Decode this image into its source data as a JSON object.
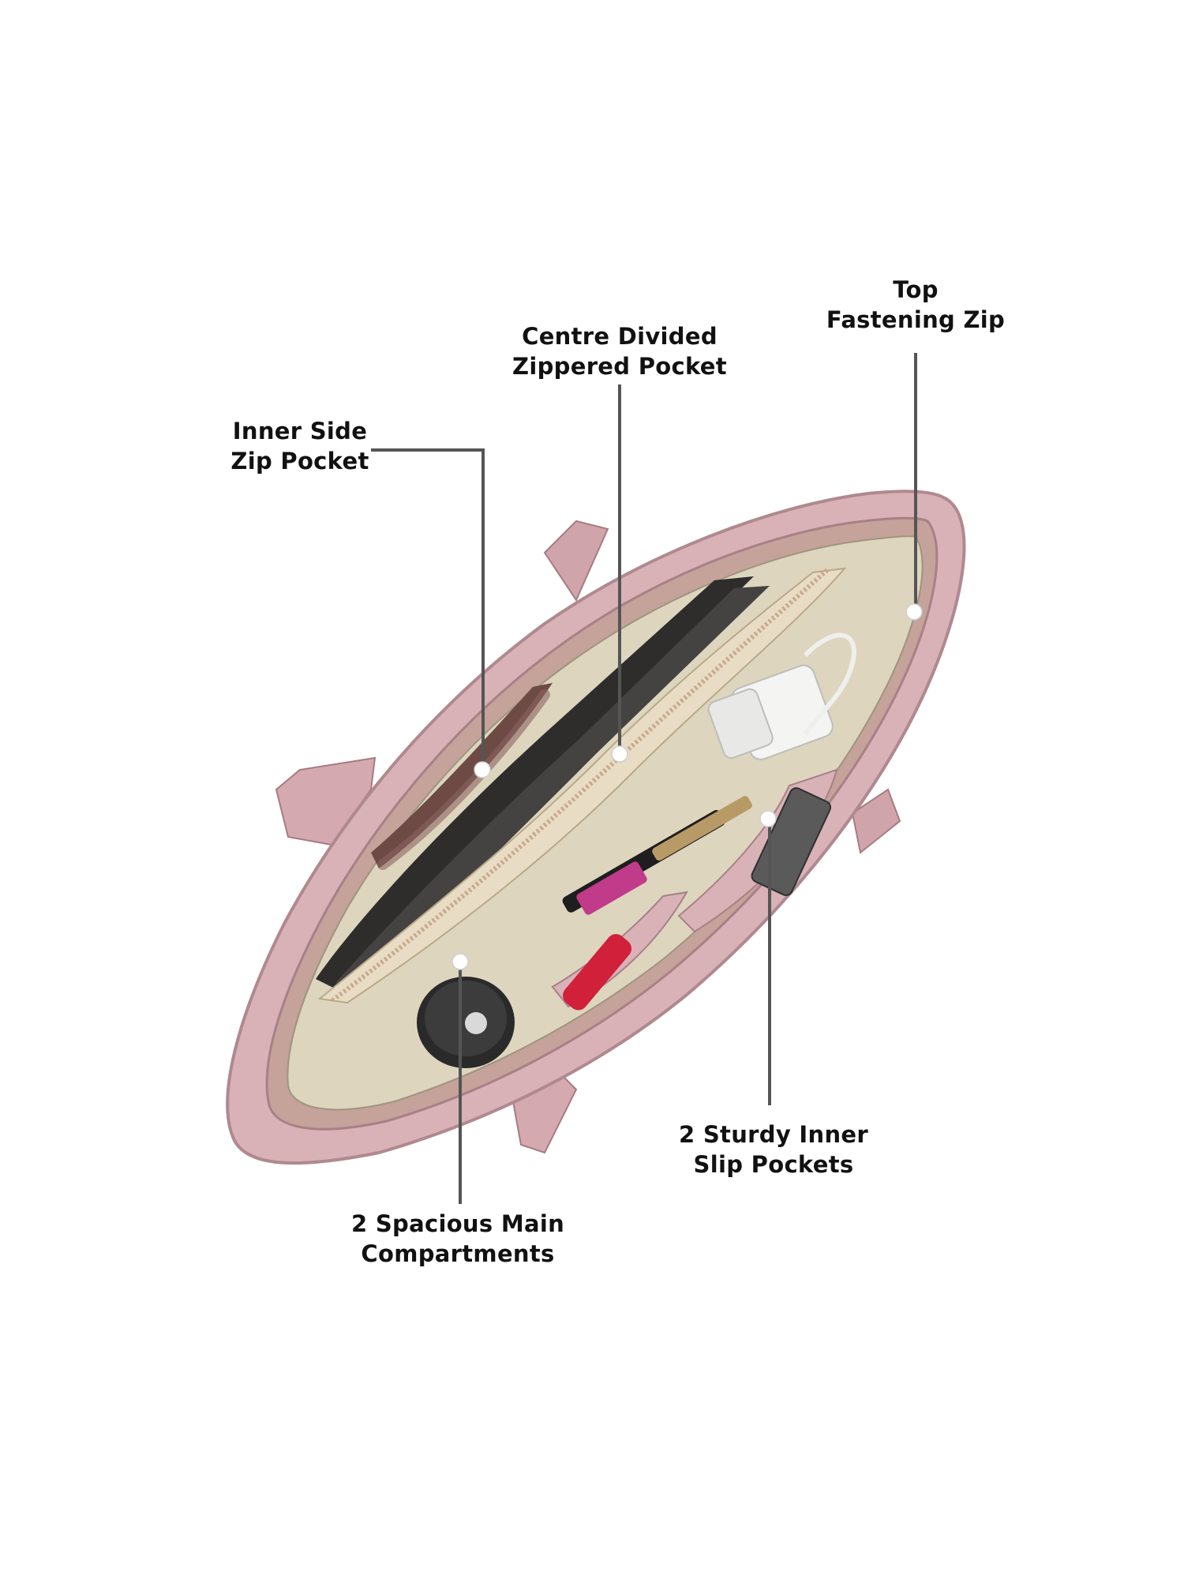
{
  "callouts": {
    "top_zip": {
      "line1": "Top",
      "line2": "Fastening Zip"
    },
    "centre_pocket": {
      "line1": "Centre Divided",
      "line2": "Zippered Pocket"
    },
    "side_pocket": {
      "line1": "Inner Side",
      "line2": "Zip Pocket"
    },
    "slip_pockets": {
      "line1": "2 Sturdy Inner",
      "line2": "Slip Pockets"
    },
    "main_compartments": {
      "line1": "2 Spacious Main",
      "line2": "Compartments"
    }
  },
  "colors": {
    "bag_leather": "#d9b4b8",
    "bag_shadow": "#b88f95",
    "lining": "#ddd5bd",
    "leader_line": "#555555"
  }
}
